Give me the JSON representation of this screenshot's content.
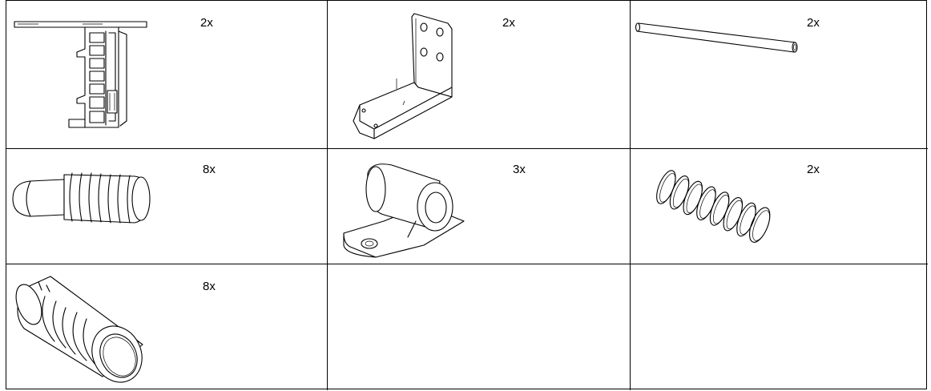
{
  "parts": [
    {
      "id": "bracket-rail",
      "icon": "rail-bracket-icon",
      "quantity": "2x"
    },
    {
      "id": "angle-bracket",
      "icon": "angle-bracket-icon",
      "quantity": "2x"
    },
    {
      "id": "rod",
      "icon": "rod-icon",
      "quantity": "2x"
    },
    {
      "id": "grooved-pin",
      "icon": "grooved-pin-icon",
      "quantity": "8x"
    },
    {
      "id": "pipe-clamp",
      "icon": "pipe-clamp-icon",
      "quantity": "3x"
    },
    {
      "id": "spring",
      "icon": "coil-spring-icon",
      "quantity": "2x"
    },
    {
      "id": "sleeve-bushing",
      "icon": "sleeve-bushing-icon",
      "quantity": "8x"
    },
    {
      "id": "empty-1"
    },
    {
      "id": "empty-2"
    }
  ]
}
